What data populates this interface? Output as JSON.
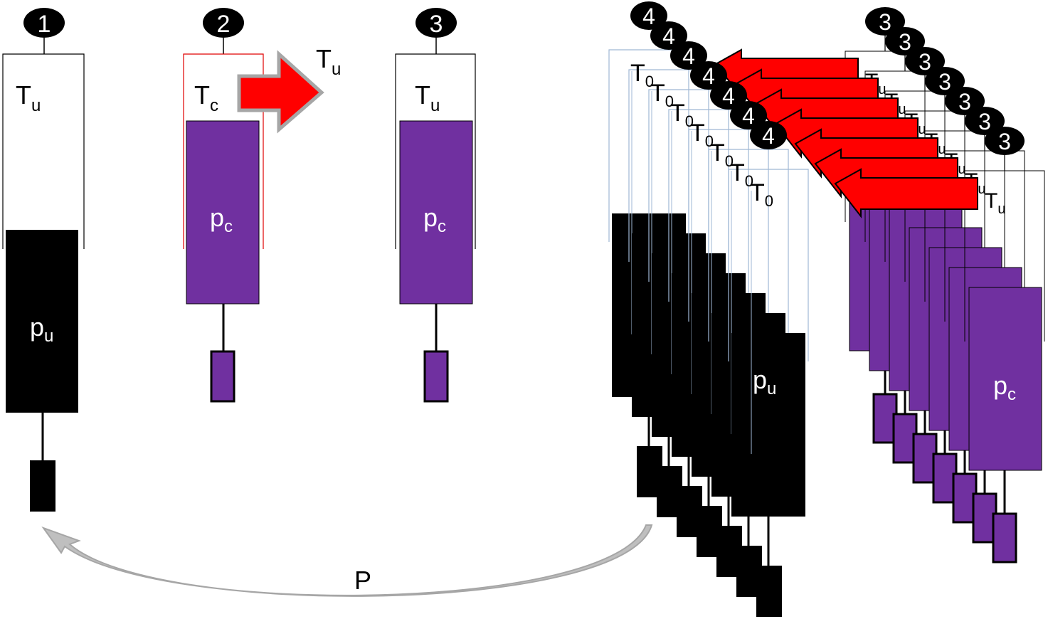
{
  "colors": {
    "hot_piston": "#000000",
    "cold_piston": "#7030a0",
    "heat_arrow": "#ff0000",
    "transfer_arrow": "#bfbfbf",
    "cylinder_blue": "#9fb7d4",
    "cylinder_red": "#e00000"
  },
  "stages": [
    {
      "step": "1",
      "temp_main": "T",
      "temp_sub": "u",
      "pressure_main": "p",
      "pressure_sub": "u"
    },
    {
      "step": "2",
      "temp_main": "T",
      "temp_sub": "c",
      "pressure_main": "p",
      "pressure_sub": "c",
      "out_temp_main": "T",
      "out_temp_sub": "u"
    },
    {
      "step": "3",
      "temp_main": "T",
      "temp_sub": "u",
      "pressure_main": "p",
      "pressure_sub": "c"
    }
  ],
  "stack_4": {
    "step": "4",
    "copies": 7,
    "temp_main": "T",
    "temp_sub": "0",
    "pressure_main": "p",
    "pressure_sub": "u"
  },
  "stack_3": {
    "step": "3",
    "copies": 7,
    "temp_main": "T",
    "temp_sub": "u",
    "pressure_main": "p",
    "pressure_sub": "c"
  },
  "transfer": {
    "label": "P"
  }
}
